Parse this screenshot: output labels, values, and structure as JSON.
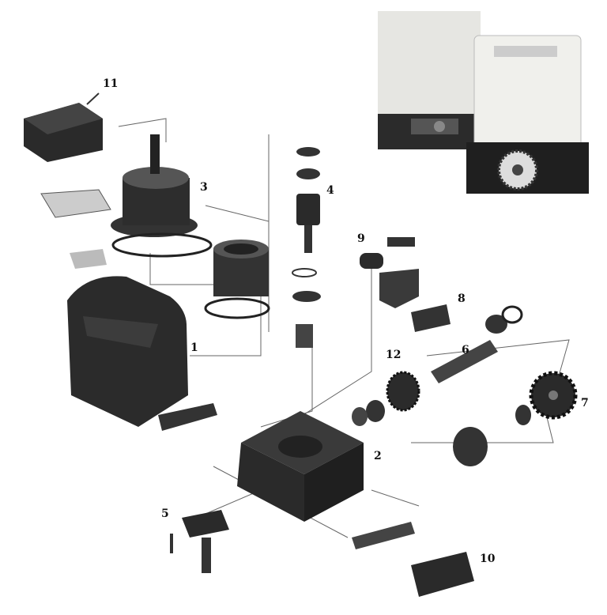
{
  "diagram": {
    "part_labels": [
      "1",
      "2",
      "3",
      "4",
      "5",
      "6",
      "7",
      "8",
      "9",
      "10",
      "11",
      "12"
    ]
  },
  "colors": {
    "part_dark": "#2a2a2a",
    "part_mid": "#555555",
    "housing_light": "#e8e8e4",
    "line": "#555555"
  }
}
